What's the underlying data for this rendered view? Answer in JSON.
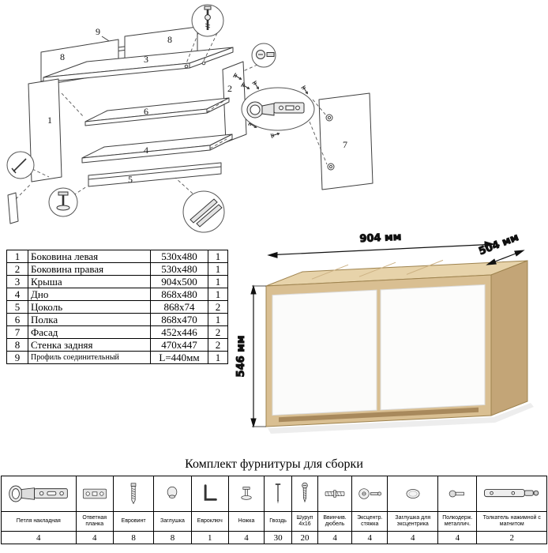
{
  "exploded_view": {
    "labels": [
      {
        "text": "9"
      },
      {
        "text": "8"
      },
      {
        "text": "8"
      },
      {
        "text": "3"
      },
      {
        "text": "1"
      },
      {
        "text": "2"
      },
      {
        "text": "6"
      },
      {
        "text": "4"
      },
      {
        "text": "5"
      },
      {
        "text": "7"
      }
    ]
  },
  "parts_table": {
    "rows": [
      {
        "num": "1",
        "name": "Боковина левая",
        "size": "530x480",
        "qty": "1"
      },
      {
        "num": "2",
        "name": "Боковина правая",
        "size": "530x480",
        "qty": "1"
      },
      {
        "num": "3",
        "name": "Крыша",
        "size": "904x500",
        "qty": "1"
      },
      {
        "num": "4",
        "name": "Дно",
        "size": "868x480",
        "qty": "1"
      },
      {
        "num": "5",
        "name": "Цоколь",
        "size": "868x74",
        "qty": "2"
      },
      {
        "num": "6",
        "name": "Полка",
        "size": "868x470",
        "qty": "1"
      },
      {
        "num": "7",
        "name": "Фасад",
        "size": "452x446",
        "qty": "2"
      },
      {
        "num": "8",
        "name": "Стенка задняя",
        "size": "470x447",
        "qty": "2"
      },
      {
        "num": "9",
        "name": "Профиль соединительный",
        "size": "L=440мм",
        "qty": "1"
      }
    ]
  },
  "cabinet": {
    "width_label": "904 мм",
    "depth_label": "504 мм",
    "height_label": "546 мм",
    "colors": {
      "wood_front": "#d9bf92",
      "wood_top": "#e7d3aa",
      "wood_side": "#c3a577",
      "door": "#fbfbfa"
    }
  },
  "hardware": {
    "title": "Комплект фурнитуры для сборки",
    "items": [
      {
        "label": "Петля накладная",
        "qty": "4",
        "icon": "hinge-icon"
      },
      {
        "label": "Ответная планка",
        "qty": "4",
        "icon": "strike-plate-icon"
      },
      {
        "label": "Евровинт",
        "qty": "8",
        "icon": "euro-screw-icon"
      },
      {
        "label": "Заглушка",
        "qty": "8",
        "icon": "cap-icon"
      },
      {
        "label": "Евроключ",
        "qty": "1",
        "icon": "hex-key-icon"
      },
      {
        "label": "Ножка",
        "qty": "4",
        "icon": "foot-icon"
      },
      {
        "label": "Гвоздь",
        "qty": "30",
        "icon": "nail-icon"
      },
      {
        "label": "Шуруп 4x16",
        "qty": "20",
        "icon": "screw-icon"
      },
      {
        "label": "Ввинчив. дюбель",
        "qty": "4",
        "icon": "threaded-dowel-icon"
      },
      {
        "label": "Эксцентр. стяжка",
        "qty": "4",
        "icon": "cam-lock-icon"
      },
      {
        "label": "Заглушка для эксцентрика",
        "qty": "4",
        "icon": "cam-cap-icon"
      },
      {
        "label": "Полкодерж. металлич.",
        "qty": "4",
        "icon": "shelf-support-icon"
      },
      {
        "label": "Толкатель нажимной с магнитом",
        "qty": "2",
        "icon": "push-latch-icon"
      }
    ]
  }
}
